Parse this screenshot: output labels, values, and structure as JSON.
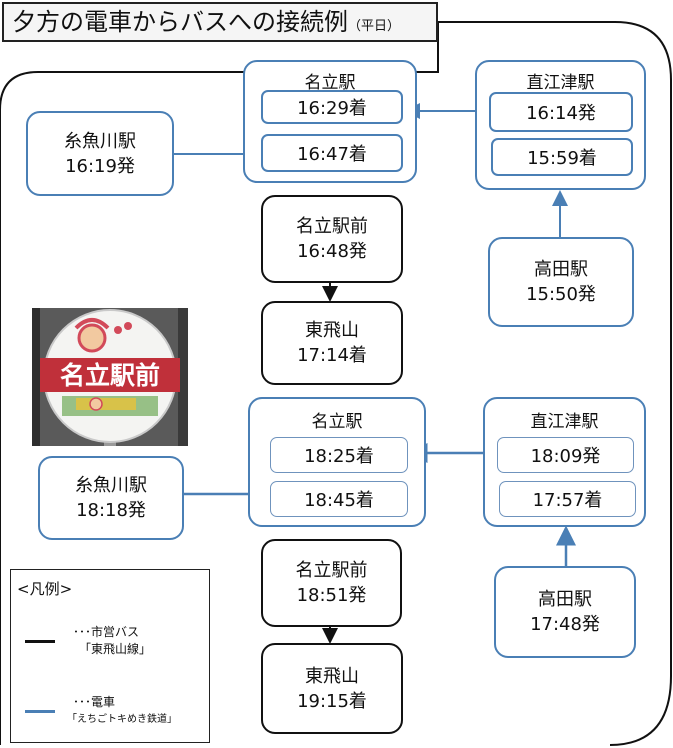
{
  "title": {
    "main": "夕方の電車からバスへの接続例",
    "note": "（平日）"
  },
  "flow1": {
    "nadachi_group": {
      "label": "名立駅",
      "arrive_a": "16:29着",
      "arrive_b": "16:47着"
    },
    "naoetsu_group": {
      "label": "直江津駅",
      "depart": "16:14発",
      "arrive": "15:59着"
    },
    "itoigawa": {
      "station": "糸魚川駅",
      "time": "16:19発"
    },
    "takada": {
      "station": "高田駅",
      "time": "15:50発"
    },
    "bus_stop": {
      "station": "名立駅前",
      "time": "16:48発"
    },
    "higashitobiyama": {
      "station": "東飛山",
      "time": "17:14着"
    }
  },
  "flow2": {
    "nadachi_group": {
      "label": "名立駅",
      "arrive_a": "18:25着",
      "arrive_b": "18:45着"
    },
    "naoetsu_group": {
      "label": "直江津駅",
      "depart": "18:09発",
      "arrive": "17:57着"
    },
    "itoigawa": {
      "station": "糸魚川駅",
      "time": "18:18発"
    },
    "takada": {
      "station": "高田駅",
      "time": "17:48発"
    },
    "bus_stop": {
      "station": "名立駅前",
      "time": "18:51発"
    },
    "higashitobiyama": {
      "station": "東飛山",
      "time": "19:15着"
    }
  },
  "photo": {
    "sign_text": "名立駅前"
  },
  "legend": {
    "title": "<凡例>",
    "bus_label": "･･･市営バス",
    "bus_line": "「東飛山線」",
    "train_label": "･･･電車",
    "train_line": "「えちごトキめき鉄道」"
  },
  "colors": {
    "train": "#4a7fb5",
    "bus": "#111111",
    "sign_red": "#c0303a"
  }
}
